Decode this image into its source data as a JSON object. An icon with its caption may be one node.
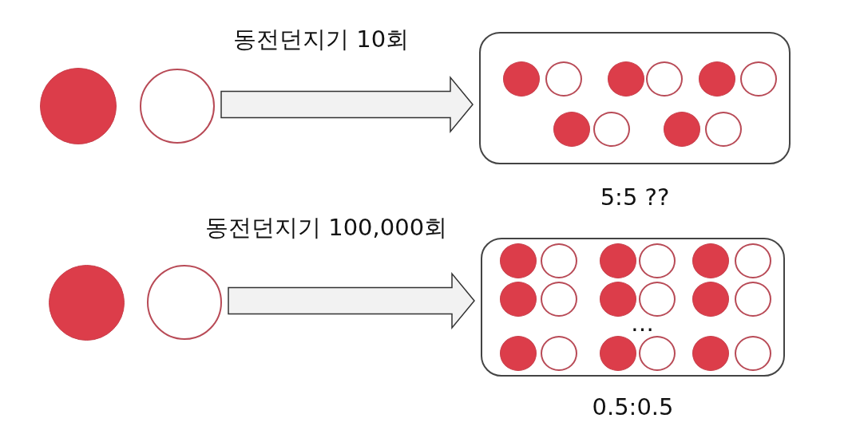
{
  "diagram": {
    "nodes": [
      {
        "text": [],
        "shape": "circle"
      },
      {
        "text": [],
        "shape": "circle"
      },
      {
        "text": [],
        "shape": "box",
        "beside": [
          "5:5 ??"
        ]
      },
      {
        "text": [],
        "shape": "circle",
        "in": 2
      },
      {
        "text": [],
        "shape": "circle",
        "in": 2
      },
      {
        "text": [],
        "shape": "circle",
        "in": 2
      },
      {
        "text": [],
        "shape": "circle",
        "in": 2
      },
      {
        "text": [],
        "shape": "circle",
        "in": 2
      },
      {
        "text": [],
        "shape": "circle",
        "in": 2
      },
      {
        "text": [],
        "shape": "circle",
        "in": 2
      },
      {
        "text": [],
        "shape": "circle",
        "in": 2
      },
      {
        "text": [],
        "shape": "circle",
        "in": 2
      },
      {
        "text": [],
        "shape": "circle",
        "in": 2
      },
      {
        "text": [],
        "shape": "circle"
      },
      {
        "text": [],
        "shape": "circle"
      },
      {
        "text": [],
        "shape": "box",
        "beside": [
          "0.5:0.5"
        ]
      },
      {
        "text": [],
        "shape": "circle",
        "in": 15
      },
      {
        "text": [],
        "shape": "circle",
        "in": 15
      },
      {
        "text": [],
        "shape": "circle",
        "in": 15
      },
      {
        "text": [],
        "shape": "circle",
        "in": 15
      },
      {
        "text": [],
        "shape": "circle",
        "in": 15
      },
      {
        "text": [],
        "shape": "circle",
        "in": 15
      },
      {
        "text": [],
        "shape": "circle",
        "in": 15
      },
      {
        "text": [],
        "shape": "circle",
        "in": 15
      },
      {
        "text": [],
        "shape": "circle",
        "in": 15
      },
      {
        "text": [],
        "shape": "circle",
        "in": 15
      },
      {
        "text": [],
        "shape": "circle",
        "in": 15
      },
      {
        "text": [],
        "shape": "circle",
        "in": 15
      },
      {
        "text": [],
        "shape": "circle",
        "in": 15
      },
      {
        "text": [],
        "shape": "circle",
        "in": 15
      },
      {
        "text": [],
        "shape": "circle",
        "in": 15
      },
      {
        "text": [],
        "shape": "circle",
        "in": 15
      },
      {
        "text": [],
        "shape": "circle",
        "in": 15
      },
      {
        "text": [],
        "shape": "circle",
        "in": 15
      }
    ],
    "edges": [
      {
        "from": 1,
        "to": 2,
        "arrow": "to"
      },
      {
        "from": 14,
        "to": 15,
        "arrow": "to"
      }
    ],
    "labels": [
      "동전던지기 10회",
      "동전던지기 100,000회",
      "…"
    ]
  }
}
